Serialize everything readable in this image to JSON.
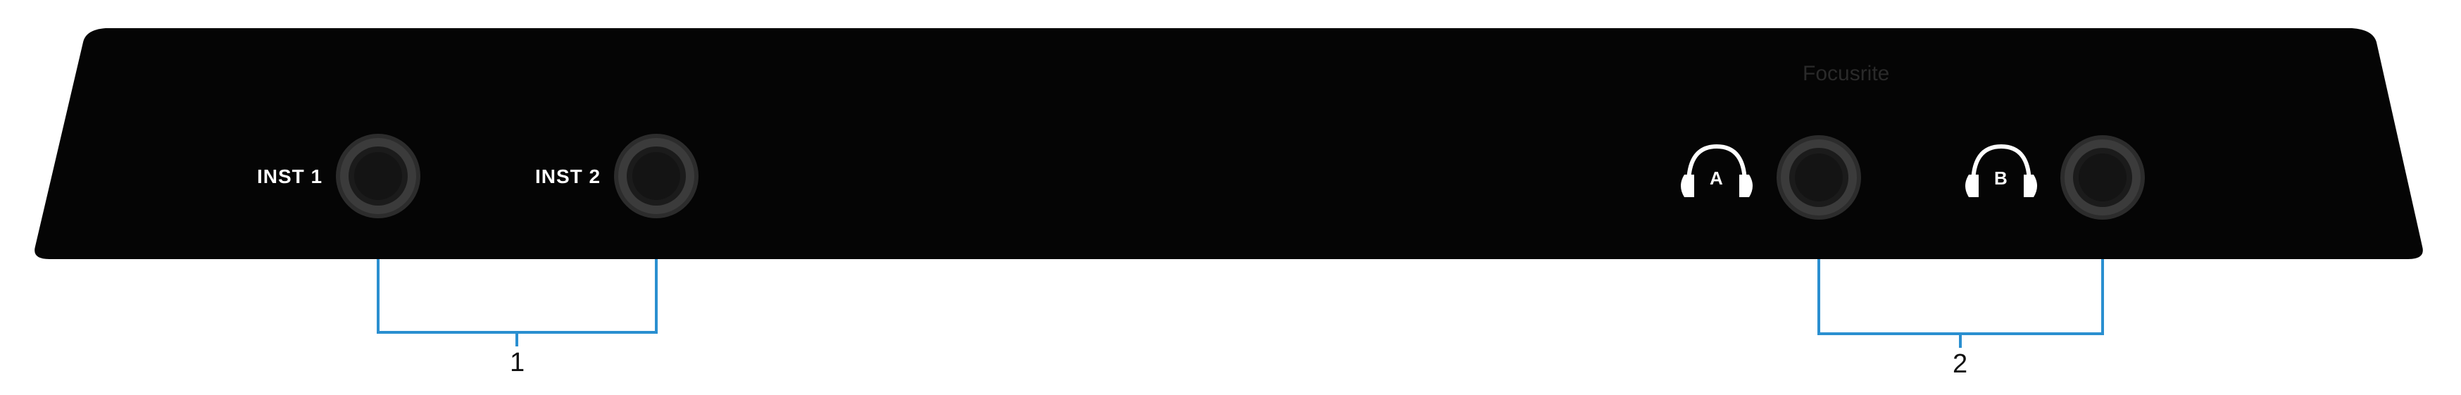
{
  "panel": {
    "brand_text": "Focusrite",
    "colors": {
      "panel": "#050505",
      "jack_ring": "#3a3a3a",
      "jack_hole": "#141414",
      "callout_line": "#2a8fd0",
      "label": "#ffffff"
    }
  },
  "inputs": [
    {
      "label": "INST 1",
      "icon": "quarter-inch-jack-icon"
    },
    {
      "label": "INST 2",
      "icon": "quarter-inch-jack-icon"
    }
  ],
  "headphones": [
    {
      "letter": "A",
      "icon": "headphones-icon"
    },
    {
      "letter": "B",
      "icon": "headphones-icon"
    }
  ],
  "callouts": [
    {
      "number": "1",
      "refers_to": "instrument inputs"
    },
    {
      "number": "2",
      "refers_to": "headphone outputs"
    }
  ]
}
